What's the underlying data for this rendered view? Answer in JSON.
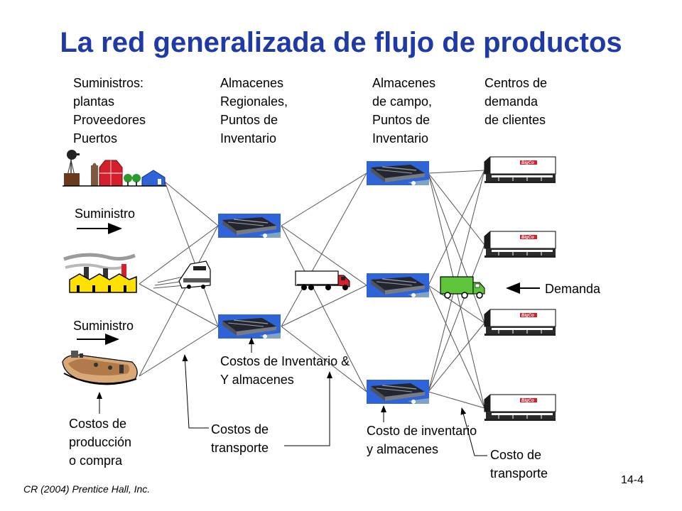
{
  "title": "La red generalizada de flujo de productos",
  "columns": {
    "supply": [
      "Suministros:",
      "plantas",
      "Proveedores",
      "Puertos"
    ],
    "regional": [
      "Almacenes",
      "Regionales,",
      "Puntos de",
      "Inventario"
    ],
    "field": [
      "Almacenes",
      "de campo,",
      "Puntos de",
      "Inventario"
    ],
    "demand": [
      "Centros de",
      "demanda",
      "de clientes"
    ]
  },
  "flow": {
    "supply_top": "Suministro",
    "supply_bottom": "Suministro",
    "demand": "Demanda"
  },
  "costs": {
    "production": [
      "Costos de",
      "producción",
      "o compra"
    ],
    "transport_1": [
      "Costos de",
      "transporte"
    ],
    "inventory_1": [
      "Costos de Inventario &",
      "Y almacenes"
    ],
    "inventory_2": [
      "Costo de inventario",
      "y almacenes"
    ],
    "transport_2": [
      "Costo de",
      "transporte"
    ]
  },
  "store_sign": "BigCo",
  "footer": {
    "credit": "CR (2004) Prentice Hall, Inc.",
    "page": "14-4"
  },
  "colors": {
    "title": "#1f3aa6",
    "barn": "#d4202c",
    "factory": "#ffe100",
    "truck_green": "#5ec53b",
    "warehouse_blue": "#2f63d8"
  }
}
